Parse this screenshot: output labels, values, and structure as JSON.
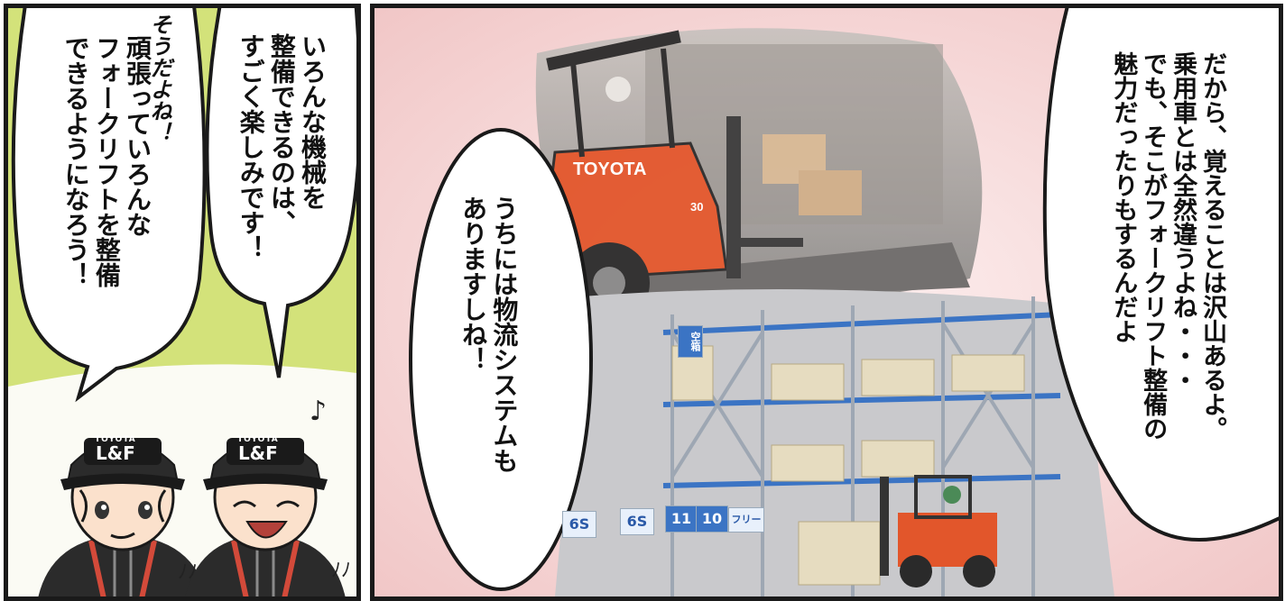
{
  "panel_left": {
    "bubble_top_left": "頑張っていろんな\nフォークリフトを整備\nできるようになろう！",
    "bubble_top_right": "いろんな機械を\n整備できるのは、\nすごく楽しみです！",
    "exclaim": "そうだよね！",
    "music_note": "♪",
    "cap_logo_brand": "TOYOTA",
    "cap_logo_mark": "L&F",
    "effect_mark": "ﾉﾉ"
  },
  "panel_right": {
    "bubble_right": "だから、覚えることは沢山あるよ。\n乗用車とは全然違うよね・・・\nでも、そこがフォークリフト整備の\n魅力だったりもするんだよ",
    "bubble_center": "うちには物流システムも\nありますしね！",
    "forklift_brand": "TOYOTA",
    "forklift_model": "30",
    "rack_signs": [
      "6S",
      "6S",
      "11",
      "10",
      "フリー"
    ],
    "rack_top_sign": "空箱"
  },
  "colors": {
    "border": "#1a1a1a",
    "lime_bg": "#d3e27a",
    "pink_bg": "#f6d9d9",
    "forklift_orange": "#e2562b",
    "rack_blue": "#3b74c4"
  }
}
